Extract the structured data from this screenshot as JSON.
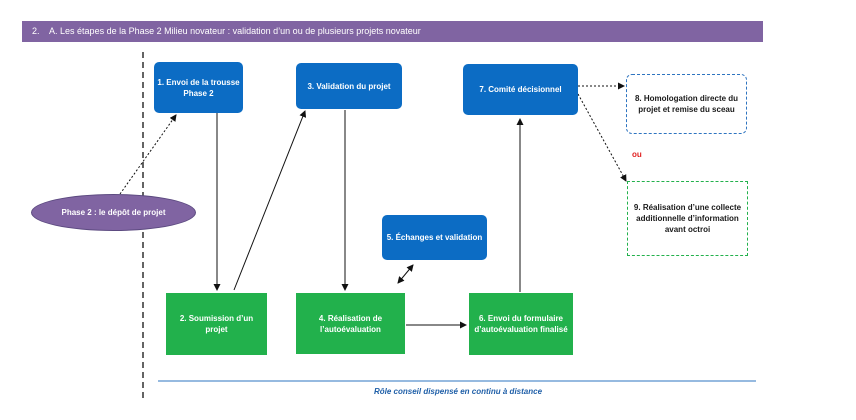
{
  "banner": {
    "number": "2.",
    "text": "A. Les étapes de la Phase 2 Milieu novateur : validation d’un ou de plusieurs projets novateur"
  },
  "oval": {
    "label": "Phase 2 : le dépôt de projet"
  },
  "boxes": {
    "b1": "1. Envoi de la trousse Phase 2",
    "b2": "2. Soumission d’un projet",
    "b3": "3. Validation du projet",
    "b4": "4. Réalisation de l’autoévaluation",
    "b5": "5. Échanges et validation",
    "b6": "6. Envoi du formulaire d’autoévaluation finalisé",
    "b7": "7. Comité décisionnel",
    "b8": "8. Homologation directe du projet et remise du sceau",
    "b9": "9. Réalisation d’une collecte additionnelle d’information avant octroi"
  },
  "ou": "ou",
  "footer": "Rôle conseil dispensé en continu à distance",
  "colors": {
    "purple": "#8064a2",
    "blue": "#0c6cc4",
    "green": "#22b14c",
    "red": "#e02020",
    "footer_text": "#1f5fa8"
  }
}
